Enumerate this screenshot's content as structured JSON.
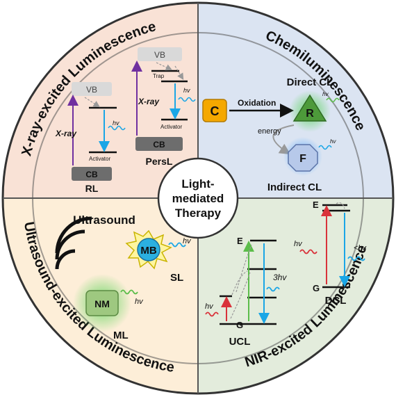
{
  "center": {
    "line1": "Light-",
    "line2": "mediated",
    "line3": "Therapy"
  },
  "quadrants": {
    "xray": {
      "title": "X-ray-excited Luminescence"
    },
    "chem": {
      "title": "Chemiluminescence"
    },
    "ultra": {
      "title": "Ultrasound-excited Luminescence"
    },
    "nir": {
      "title": "NIR-excited Luminescence"
    }
  },
  "rl": {
    "vb": "VB",
    "cb": "CB",
    "xray": "X-ray",
    "hv": "hv",
    "activator": "Activator",
    "name": "RL"
  },
  "persl": {
    "vb": "VB",
    "cb": "CB",
    "xray": "X-ray",
    "hv": "hv",
    "trap": "Trap",
    "activator": "Activator",
    "name": "PersL"
  },
  "chem": {
    "c": "C",
    "oxidation": "Oxidation",
    "r": "R",
    "f": "F",
    "energy": "energy",
    "hv": "hv",
    "direct": "Direct CL",
    "indirect": "Indirect CL"
  },
  "ultra": {
    "ultrasound": "Ultrasound",
    "mb": "MB",
    "nm": "NM",
    "hv": "hv",
    "sl": "SL",
    "ml": "ML"
  },
  "nir": {
    "e": "E",
    "g": "G",
    "hv": "hv",
    "hv3": "3hv",
    "ucl": "UCL",
    "e2": "E",
    "g2": "G",
    "hv_in": "hv",
    "hv_lt": "<hv",
    "dcl": "DCL"
  },
  "colors": {
    "xray_bg": "#f9e2d6",
    "chem_bg": "#dbe4f2",
    "ultra_bg": "#fdeed8",
    "nir_bg": "#e3ecdc",
    "purple": "#7030a0",
    "cyan": "#1aa6e6",
    "green": "#5bbd4a",
    "red": "#d9323a"
  }
}
